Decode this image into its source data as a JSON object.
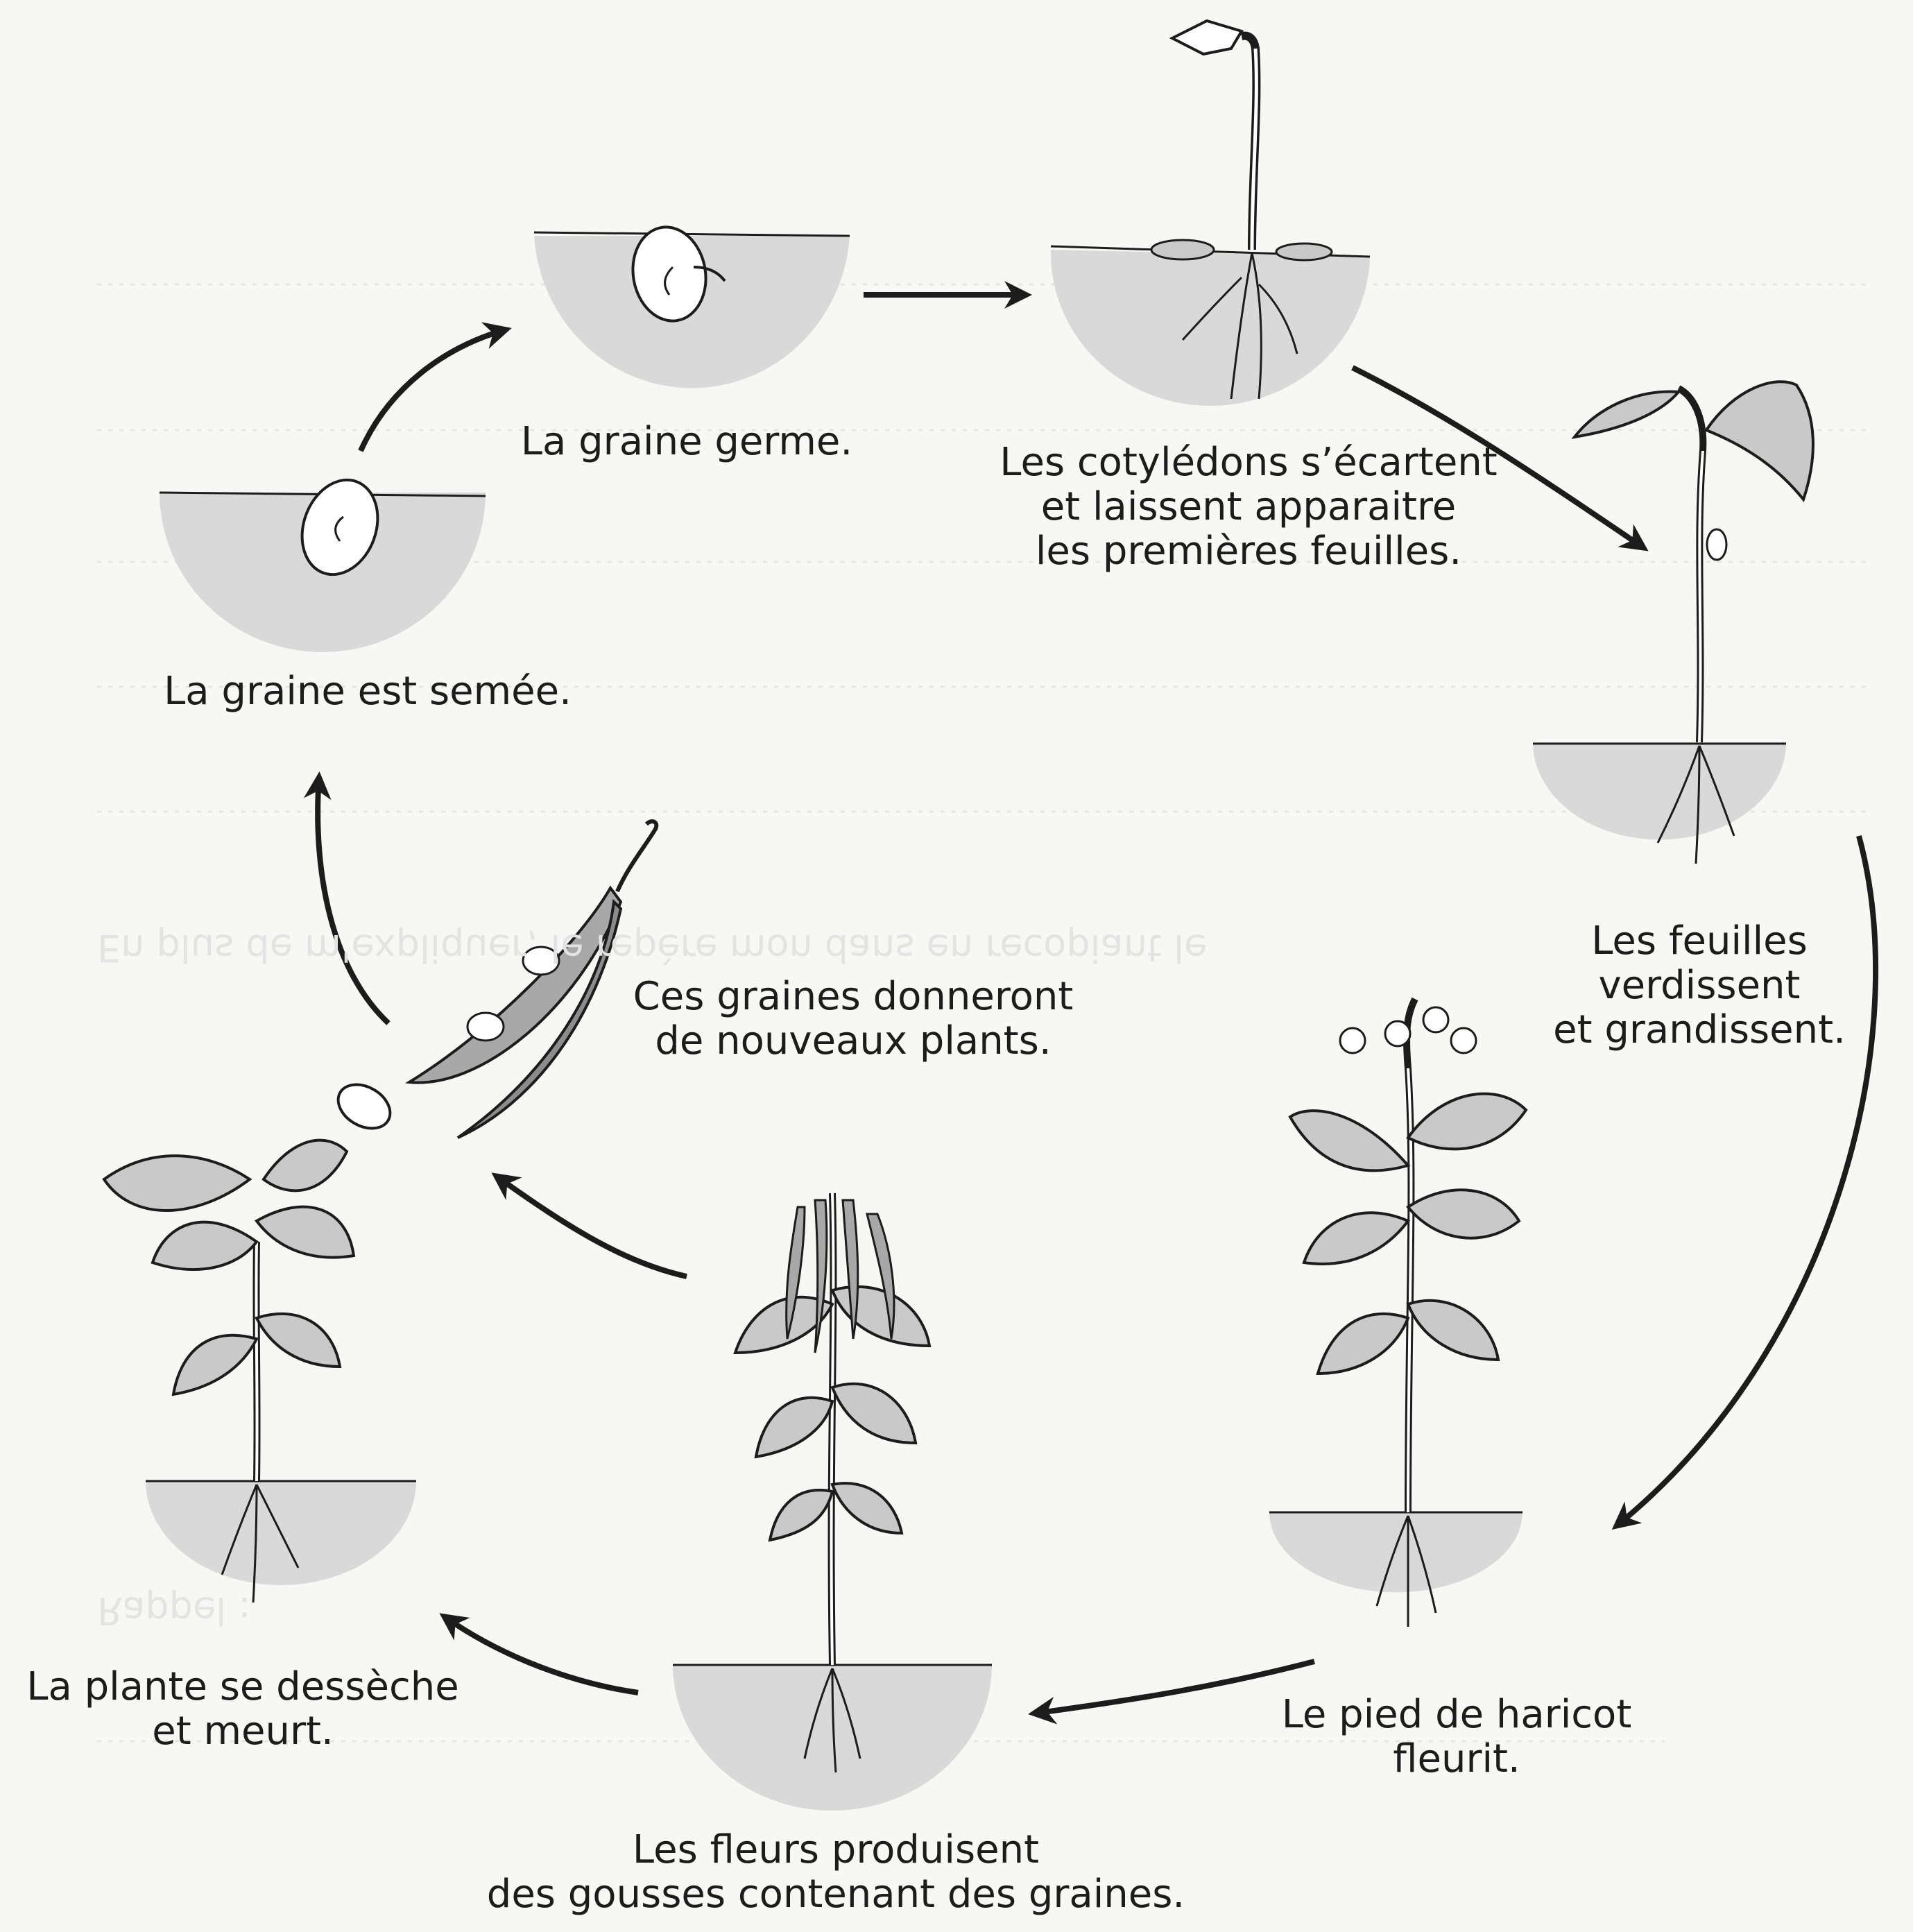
{
  "diagram": {
    "stages": [
      {
        "id": "sown",
        "lines": [
          "La graine est semée."
        ]
      },
      {
        "id": "germinate",
        "lines": [
          "La graine germe."
        ]
      },
      {
        "id": "cotyledons",
        "lines": [
          "Les cotylédons s’écartent",
          "et laissent apparaitre",
          "les premières feuilles."
        ]
      },
      {
        "id": "leaves",
        "lines": [
          "Les feuilles",
          "verdissent",
          "et grandissent."
        ]
      },
      {
        "id": "flowers",
        "lines": [
          "Le pied de haricot",
          "fleurit."
        ]
      },
      {
        "id": "pods",
        "lines": [
          "Les fleurs produisent",
          "des gousses contenant des graines."
        ]
      },
      {
        "id": "dies",
        "lines": [
          "La plante se dessèche",
          "et meurt."
        ]
      },
      {
        "id": "seeds",
        "lines": [
          "Ces graines donneront",
          "de nouveaux plants."
        ]
      }
    ]
  },
  "colors": {
    "ink": "#1c1c1c",
    "soil": "#d9d9d9",
    "leaf": "#c9c9c9",
    "pod": "#a8a8a8",
    "paper": "#f7f7f5",
    "faint": "#e6e6e6"
  },
  "background": {
    "bleed_through": [
      "En plus de m'expliquer, le repère mon dans en recopiant le",
      "Rappel :"
    ]
  }
}
